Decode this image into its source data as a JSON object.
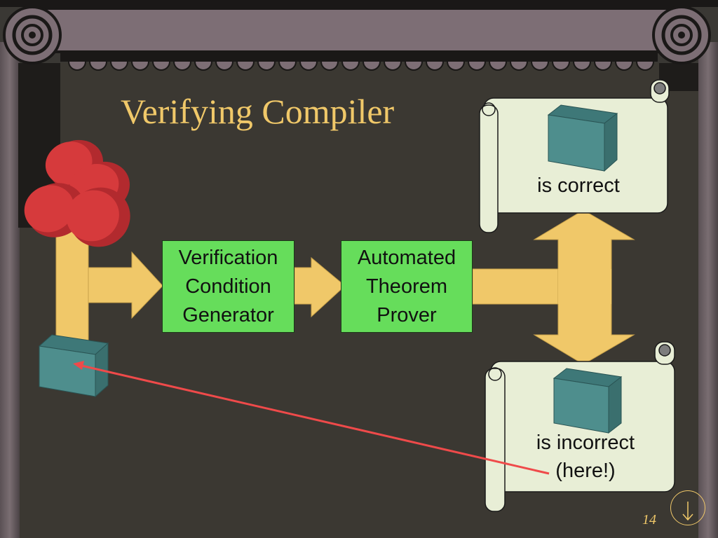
{
  "title": "Verifying Compiler",
  "boxes": {
    "vcg": [
      "Verification",
      "Condition",
      "Generator"
    ],
    "atp": [
      "Automated",
      "Theorem",
      "Prover"
    ]
  },
  "results": {
    "correct": "is correct",
    "incorrect_line1": "is incorrect",
    "incorrect_line2": "(here!)"
  },
  "footer": {
    "slide_number": "14",
    "nav_icon": "down-arrow-icon"
  },
  "colors": {
    "title": "#f0c869",
    "box_fill": "#66dd5b",
    "arrow_fill": "#f0c869",
    "cube": "#4e8e8d",
    "cylinder": "#d63a3c",
    "pointer_line": "#ef4a4a",
    "scroll": "#e8eed6"
  }
}
